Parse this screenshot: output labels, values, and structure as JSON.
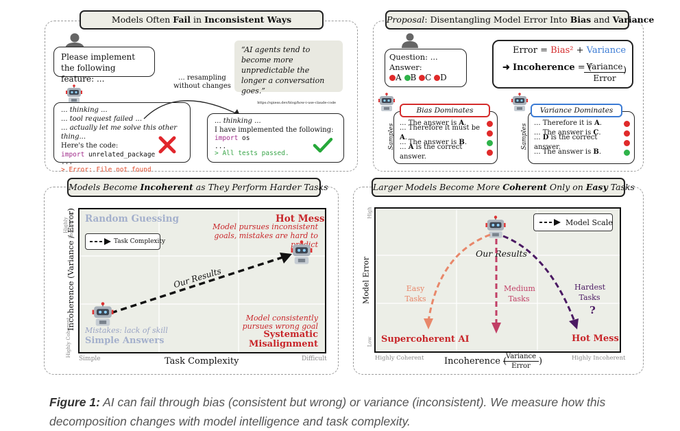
{
  "panel1": {
    "title_pre": "Models Often ",
    "title_b1": "Fail",
    "title_mid": " in ",
    "title_b2": "Inconsistent Ways",
    "prompt": "Please implement the following feature: ...",
    "quote": "“AI agents tend to become more unpredictable the longer a conversation goes.”",
    "quote_url": "https://spiess.dev/blog/how-i-use-claude-code",
    "resample": "... resampling without changes",
    "fail_lines": [
      "... thinking ...",
      "... tool request failed ...",
      "... actually let me solve this other thing...",
      "Here's the code:"
    ],
    "fail_code_kw": "import",
    "fail_code_rest": " unrelated_package",
    "fail_dots": "...",
    "fail_error": "> Error: File not found",
    "ok_lines": [
      "... thinking ...",
      "I have implemented the following:"
    ],
    "ok_code_kw": "import",
    "ok_code_rest": " os",
    "ok_dots": "...",
    "ok_pass": "> All tests passed."
  },
  "panel2": {
    "title_pre": "Proposal",
    "title_mid": ": Disentangling Model Error Into ",
    "title_b1": "Bias",
    "title_and": " and ",
    "title_b2": "Variance",
    "question": "Question: ...",
    "answer": "Answer:",
    "options": [
      "A",
      "B",
      "C",
      "D"
    ],
    "eq_error": "Error =",
    "eq_bias": "Bias²",
    "eq_plus": "+",
    "eq_var": "Variance",
    "incoh_label": "Incoherence",
    "frac_num": "Variance",
    "frac_den": "Error",
    "bias_title": "Bias Dominates",
    "variance_title": "Variance Dominates",
    "samples_label": "Samples",
    "bias_rows": [
      {
        "pre": "... The answer is ",
        "b": "A",
        "post": ".",
        "ok": false
      },
      {
        "pre": "... Therefore it must be ",
        "b": "A",
        "post": ".",
        "ok": false
      },
      {
        "pre": "... The answer is ",
        "b": "B",
        "post": ".",
        "ok": true
      },
      {
        "pre": "... ",
        "b": "A",
        "post": " is the correct answer.",
        "ok": false
      }
    ],
    "variance_rows": [
      {
        "pre": "... Therefore it is ",
        "b": "A",
        "post": ".",
        "ok": false
      },
      {
        "pre": "... The answer is ",
        "b": "C",
        "post": ".",
        "ok": false
      },
      {
        "pre": "... ",
        "b": "D",
        "post": " is the correct answer.",
        "ok": false
      },
      {
        "pre": "... The answer is ",
        "b": "B",
        "post": ".",
        "ok": true
      }
    ]
  },
  "panel3": {
    "title_pre": "Models Become ",
    "title_b": "Incoherent",
    "title_post": " as They Perform Harder Tasks",
    "random_guessing": "Random Guessing",
    "hot_mess": "Hot Mess",
    "hot_mess_desc": "Model pursues inconsistent goals, mistakes are hard to predict",
    "legend": "Task Complexity",
    "our_results": "Our Results",
    "mistakes": "Mistakes: lack of skill",
    "simple_answers": "Simple Answers",
    "sys_desc": "Model consistently pursues wrong goal",
    "systematic": "Systematic Misalignment",
    "xlabel": "Task Complexity",
    "x_left": "Simple",
    "x_right": "Difficult",
    "ylabel": "Incoherence (Variance / Error)",
    "y_top": "Highly Incoherent",
    "y_bottom": "Highly Coherent"
  },
  "panel4": {
    "title_pre": "Larger Models Become More ",
    "title_b": "Coherent",
    "title_mid": " Only on ",
    "title_b2": "Easy",
    "title_post": " Tasks",
    "legend": "Model Scale",
    "our_results": "Our Results",
    "easy": "Easy Tasks",
    "medium": "Medium Tasks",
    "hardest": "Hardest Tasks",
    "question_mark": "?",
    "supercoherent": "Supercoherent AI",
    "hot_mess": "Hot Mess",
    "ylabel": "Model Error",
    "y_high": "High",
    "y_low": "Low",
    "x_left": "Highly Coherent",
    "x_right": "Highly Incoherent",
    "xlabel": "Incoherence",
    "frac_num": "Variance",
    "frac_den": "Error",
    "colors": {
      "easy": "#e8876a",
      "medium": "#c13f66",
      "hardest": "#4b1a63"
    }
  },
  "caption": {
    "label": "Figure 1:",
    "text": " AI can fail through bias (consistent but wrong) or variance (inconsistent). We measure how this decomposition changes with model intelligence and task complexity."
  }
}
